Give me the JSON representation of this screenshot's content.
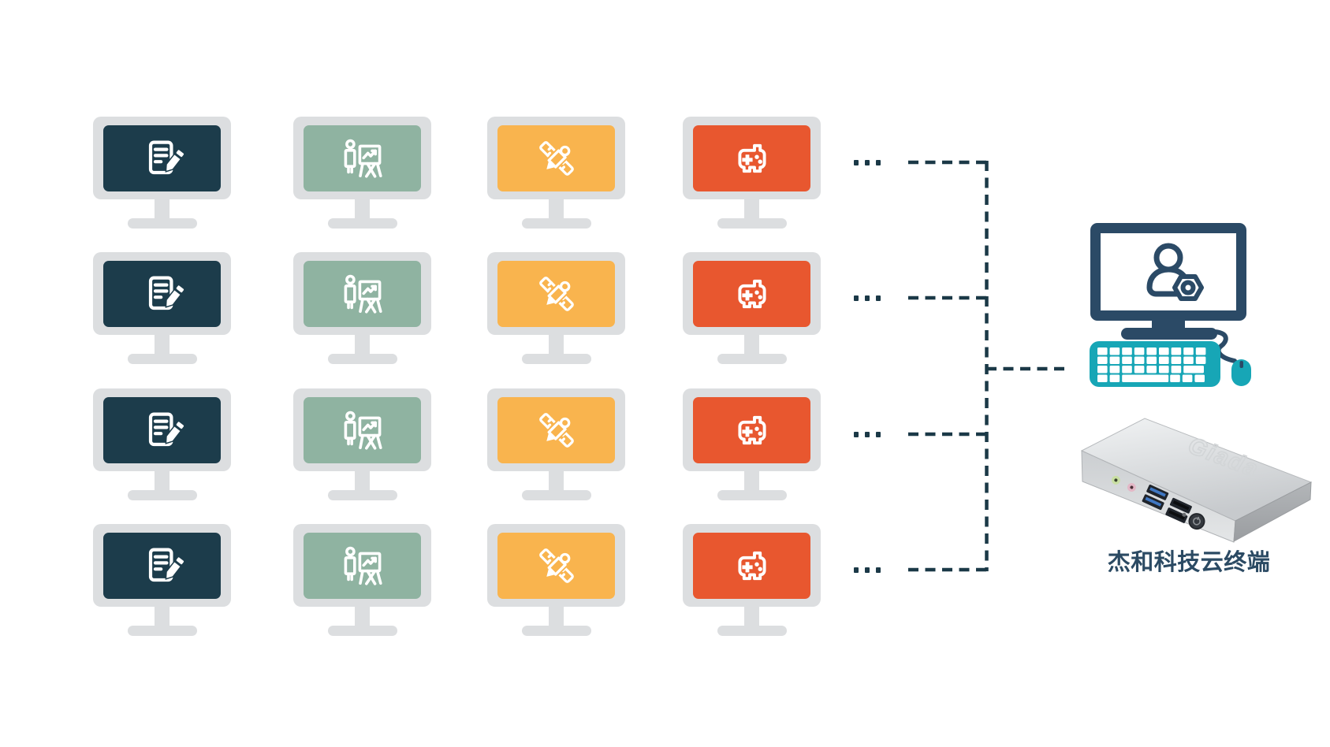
{
  "page": {
    "background_color": "#ffffff"
  },
  "workstation_grid": {
    "rows": 4,
    "columns": [
      {
        "name": "office-workstation",
        "icon": "document-edit-icon",
        "screen_color": "#1c3c4b"
      },
      {
        "name": "presentation-workstation",
        "icon": "presentation-chart-icon",
        "screen_color": "#8fb3a1"
      },
      {
        "name": "design-workstation",
        "icon": "ruler-pencil-icon",
        "screen_color": "#f9b44e"
      },
      {
        "name": "gaming-workstation",
        "icon": "game-controller-icon",
        "screen_color": "#e8572f"
      }
    ],
    "monitor_frame_color": "#dcdee0",
    "row_ellipsis": "..."
  },
  "connectors": {
    "color": "#1b3947",
    "line_style": "dashed"
  },
  "admin_station": {
    "monitor_color": "#2b4a66",
    "peripheral_color": "#17a6b6",
    "screen_icon": "user-settings-icon"
  },
  "device": {
    "label": "杰和科技云终端",
    "label_color": "#2b4a63",
    "logo_text": "Giada",
    "ports": [
      "audio-out-jack",
      "mic-jack",
      "usb-3-ports",
      "usb-2-ports",
      "power-button"
    ]
  }
}
